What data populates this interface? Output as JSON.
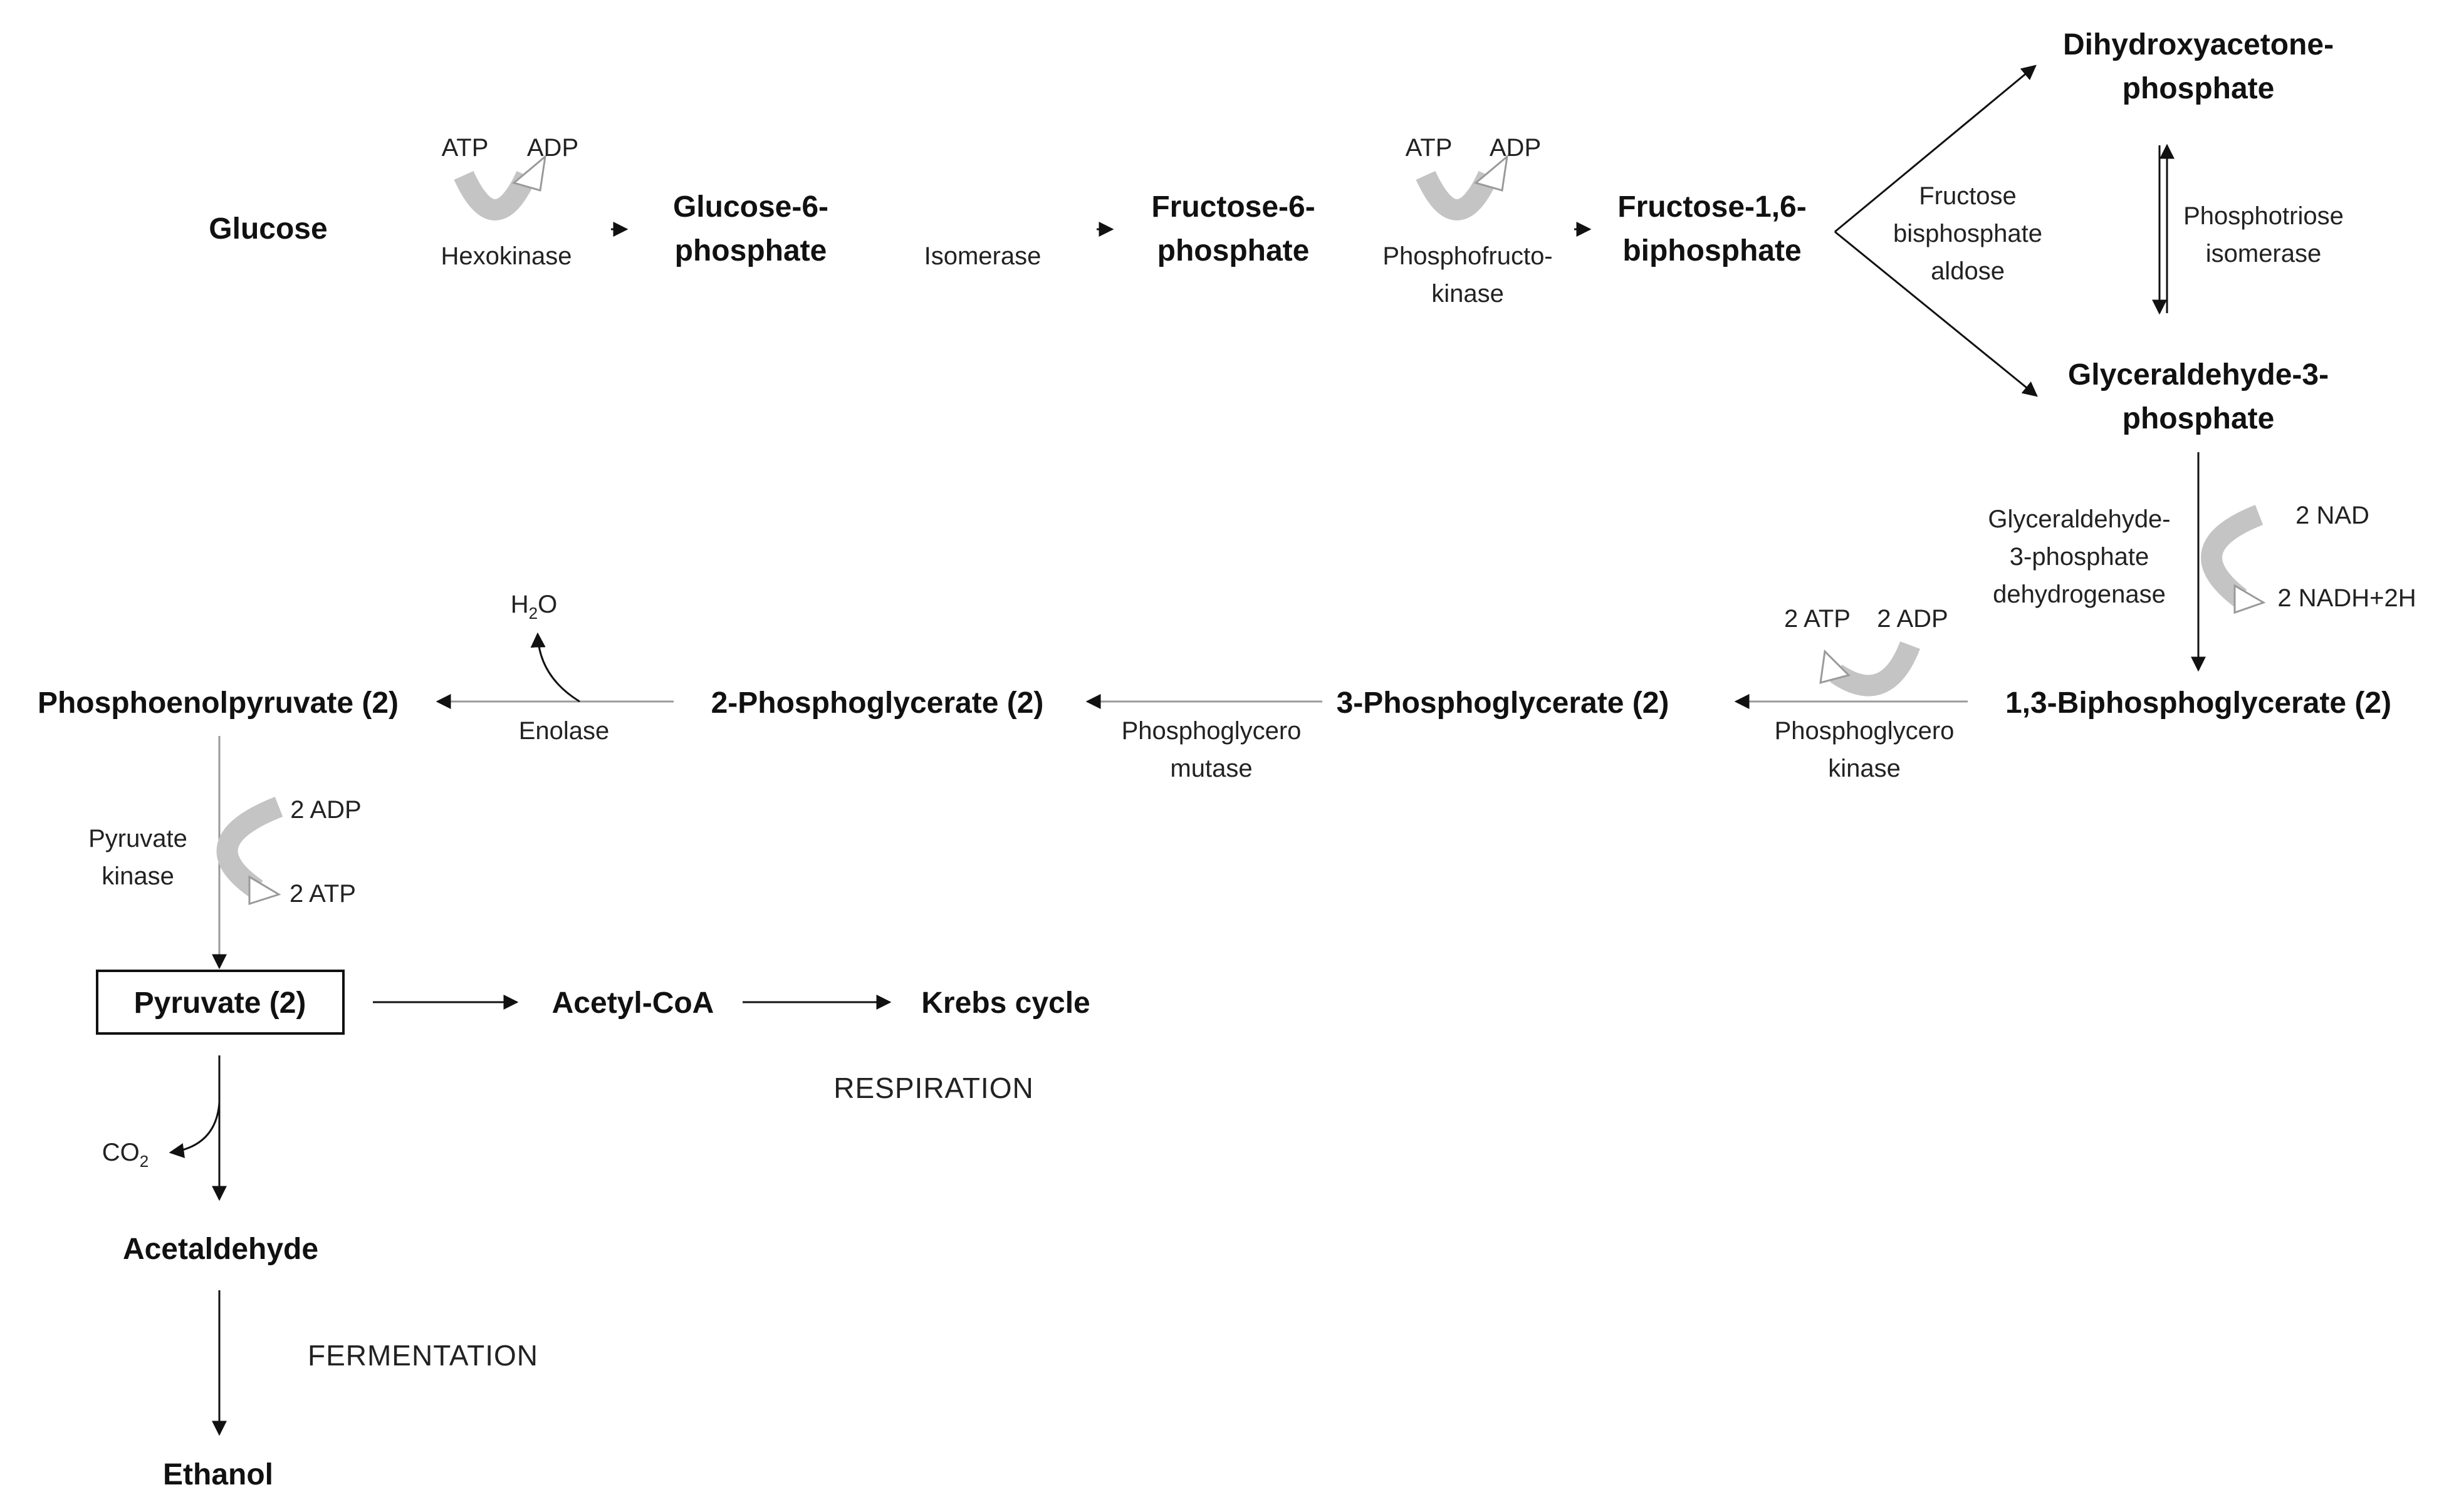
{
  "nodes": {
    "glucose": "Glucose",
    "g6p": [
      "Glucose-6-",
      "phosphate"
    ],
    "f6p": [
      "Fructose-6-",
      "phosphate"
    ],
    "f16bp": [
      "Fructose-1,6-",
      "biphosphate"
    ],
    "dhap": [
      "Dihydroxyacetone-",
      "phosphate"
    ],
    "g3p": [
      "Glyceraldehyde-3-",
      "phosphate"
    ],
    "bpg13": "1,3-Biphosphoglycerate (2)",
    "pg3": "3-Phosphoglycerate (2)",
    "pg2": "2-Phosphoglycerate (2)",
    "pep": "Phosphoenolpyruvate (2)",
    "pyruvate": "Pyruvate (2)",
    "acetyl_coa": "Acetyl-CoA",
    "krebs": "Krebs cycle",
    "acetaldehyde": "Acetaldehyde",
    "ethanol": "Ethanol"
  },
  "enzymes": {
    "hexokinase": [
      "Hexokinase"
    ],
    "isomerase": [
      "Isomerase"
    ],
    "phosphofructokinase": [
      "Phosphofructo-",
      "kinase"
    ],
    "aldolase": [
      "Fructose",
      "bisphosphate",
      "aldose"
    ],
    "triose_isomerase": [
      "Phosphotriose",
      "isomerase"
    ],
    "g3p_dehydrogenase": [
      "Glyceraldehyde-",
      "3-phosphate",
      "dehydrogenase"
    ],
    "phosphoglycerokinase": [
      "Phosphoglycero",
      "kinase"
    ],
    "phosphoglyceromutase": [
      "Phosphoglycero",
      "mutase"
    ],
    "enolase": [
      "Enolase"
    ],
    "pyruvate_kinase": [
      "Pyruvate",
      "kinase"
    ]
  },
  "cofactors": {
    "hk_in": "ATP",
    "hk_out": "ADP",
    "pfk_in": "ATP",
    "pfk_out": "ADP",
    "gapdh_in": "2 NAD",
    "gapdh_out": "2 NADH+2H",
    "pgk_in": "2 ADP",
    "pgk_out": "2 ATP",
    "enolase_water": "H",
    "enolase_water_sub": "2",
    "enolase_water_tail": "O",
    "pk_in": "2 ADP",
    "pk_out": "2 ATP",
    "co2": "CO",
    "co2_sub": "2"
  },
  "sections": {
    "respiration": "RESPIRATION",
    "fermentation": "FERMENTATION"
  },
  "colors": {
    "ink": "#111111",
    "cofactor_arrow": "#bdbdbd",
    "cofactor_arrow_edge": "#9a9a9a"
  }
}
